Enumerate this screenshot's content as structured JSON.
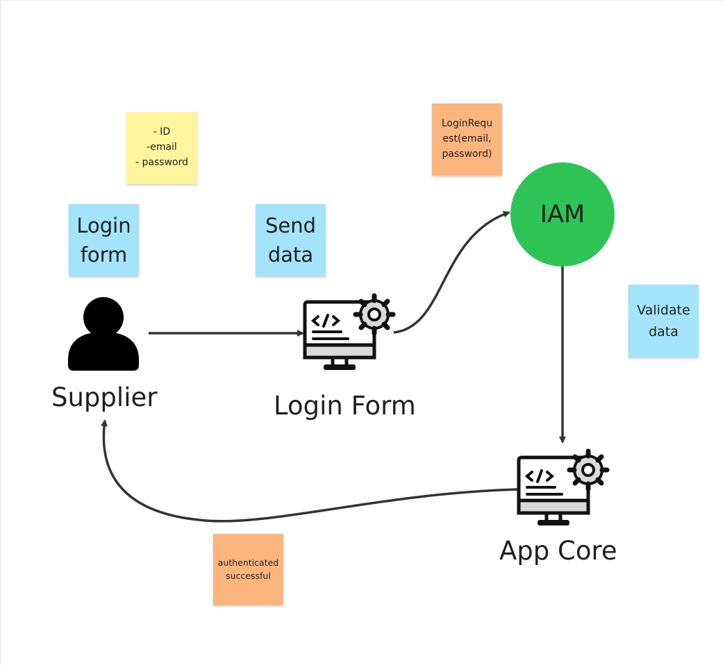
{
  "notes": {
    "fields": "- ID\n-email\n- password",
    "login_form": "Login\nform",
    "send_data": "Send\ndata",
    "login_request": "LoginRequ\nest(email,\npassword)",
    "validate_data": "Validate\ndata",
    "authenticated": "authenticated\nsuccessful"
  },
  "nodes": {
    "supplier": "Supplier",
    "login_form": "Login Form",
    "iam": "IAM",
    "app_core": "App Core"
  },
  "icons": {
    "supplier": "user-icon",
    "login_form": "monitor-code-gear-icon",
    "app_core": "monitor-code-gear-icon"
  },
  "colors": {
    "sticky_yellow": "#fff59d",
    "sticky_blue": "#a3e4fb",
    "sticky_orange": "#fdb57e",
    "iam_green": "#2ec455",
    "connector": "#333333"
  }
}
